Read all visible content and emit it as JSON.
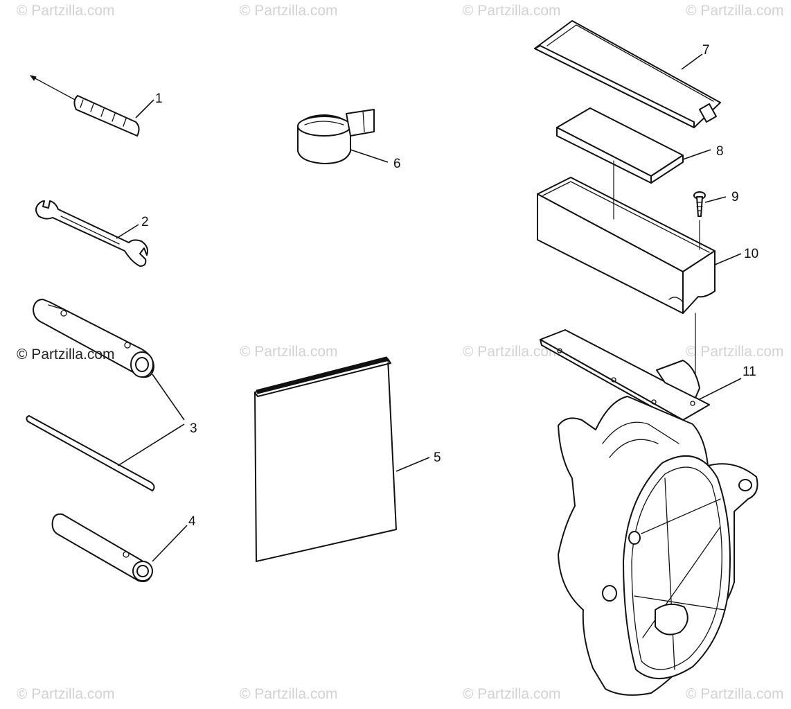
{
  "watermarks": {
    "faint": [
      "© Partzilla.com",
      "© Partzilla.com",
      "© Partzilla.com",
      "© Partzilla.com",
      "© Partzilla.com",
      "© Partzilla.com",
      "© Partzilla.com",
      "© Partzilla.com",
      "© Partzilla.com",
      "© Partzilla.com",
      "© Partzilla.com"
    ],
    "strong": "© Partzilla.com"
  },
  "callouts": [
    "1",
    "2",
    "3",
    "4",
    "5",
    "6",
    "7",
    "8",
    "9",
    "10",
    "11"
  ],
  "colors": {
    "line": "#111111",
    "watermark": "#d2d2d2",
    "background": "#ffffff"
  }
}
